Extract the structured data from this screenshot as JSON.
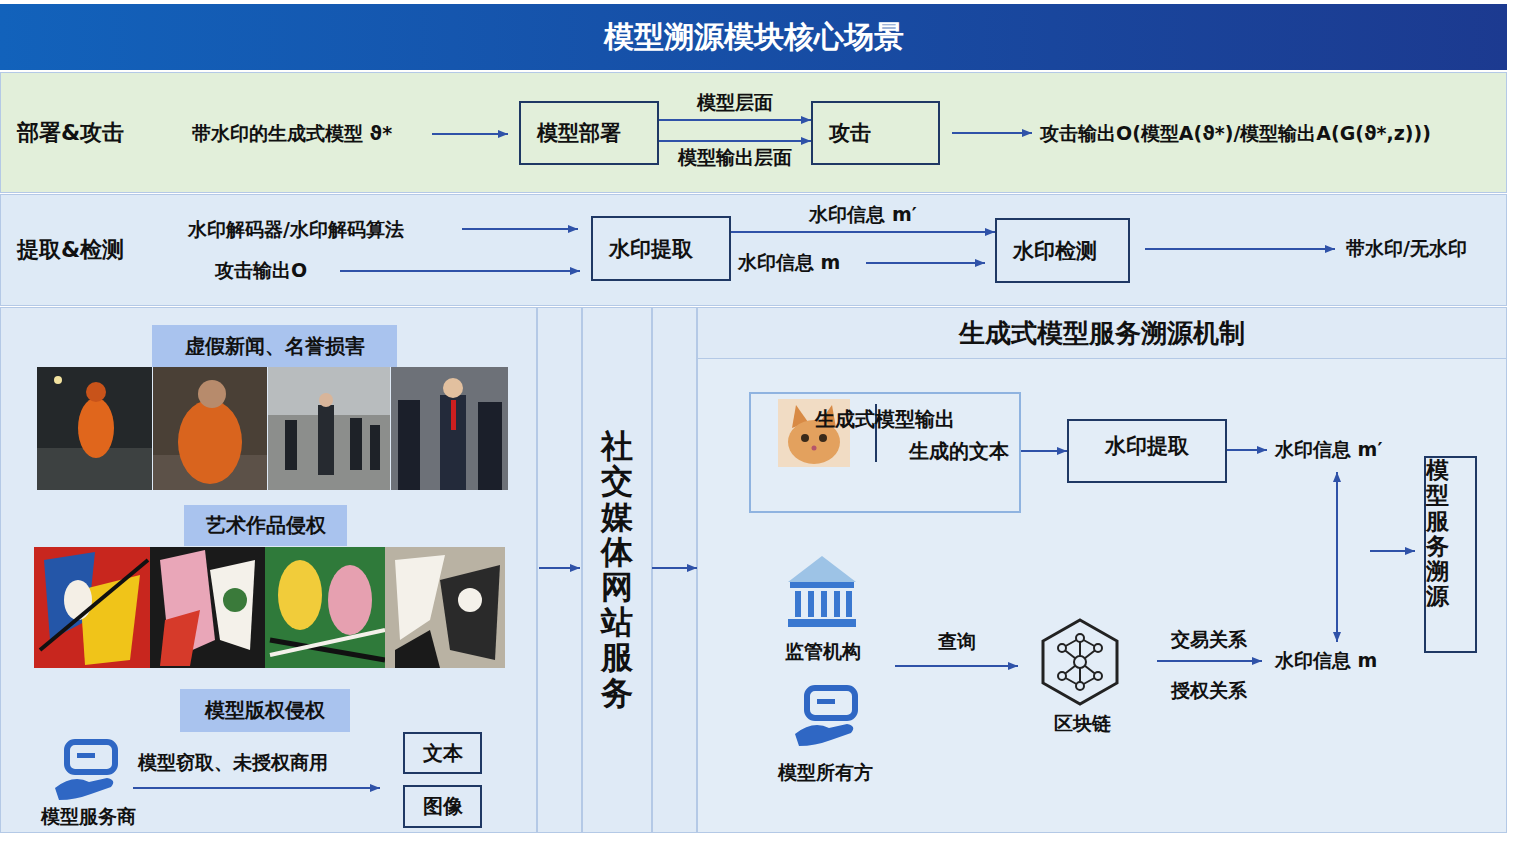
{
  "diagram": {
    "title": "模型溯源模块核心场景",
    "nodes": [
      {
        "text": [
          "部署&攻击"
        ]
      },
      {
        "text": [
          "模型部署"
        ],
        "in": 0
      },
      {
        "text": [
          "攻击"
        ],
        "in": 0
      },
      {
        "text": [
          "提取&检测"
        ]
      },
      {
        "text": [
          "水印提取"
        ],
        "in": 3
      },
      {
        "text": [
          "水印检测"
        ],
        "in": 3
      },
      {
        "text": [
          "虚假新闻、名誉损害"
        ]
      },
      {
        "text": [
          "艺术作品侵权"
        ]
      },
      {
        "text": [
          "模型版权侵权"
        ]
      },
      {
        "text": [
          "文本"
        ]
      },
      {
        "text": [
          "图像"
        ]
      },
      {
        "text": [
          "社交媒体 网站服务"
        ]
      },
      {
        "text": [
          "生成式模型服务溯源机制"
        ]
      },
      {
        "text": [
          "生成的文本",
          "生成式模型输出"
        ],
        "in": 12
      },
      {
        "text": [
          "水印提取"
        ],
        "in": 12
      },
      {
        "text": [
          "模型服务溯源"
        ],
        "in": 12
      }
    ],
    "edges": [
      {
        "from": 1,
        "to": 2,
        "label": "模型层面",
        "arrow": "to"
      },
      {
        "from": 1,
        "to": 2,
        "label": "模型输出层面",
        "arrow": "to"
      },
      {
        "from": 4,
        "to": 5,
        "label": "水印信息 m′",
        "arrow": "to"
      },
      {
        "from": 11,
        "to": 12,
        "arrow": "to"
      },
      {
        "from": 13,
        "to": 14,
        "arrow": "to"
      }
    ],
    "labels": [
      "带水印的生成式模型 ϑ*",
      "攻击输出O(模型A(ϑ*)/模型输出A(G(ϑ*,z)))",
      "水印解码器/水印解码算法",
      "攻击输出O",
      "水印信息 m",
      "带水印/无水印",
      "模型服务商",
      "模型窃取、未授权商用",
      "水印信息 m′",
      "水印信息 m",
      "监管机构",
      "查询",
      "区块链",
      "交易关系",
      "授权关系",
      "模型所有方"
    ]
  }
}
